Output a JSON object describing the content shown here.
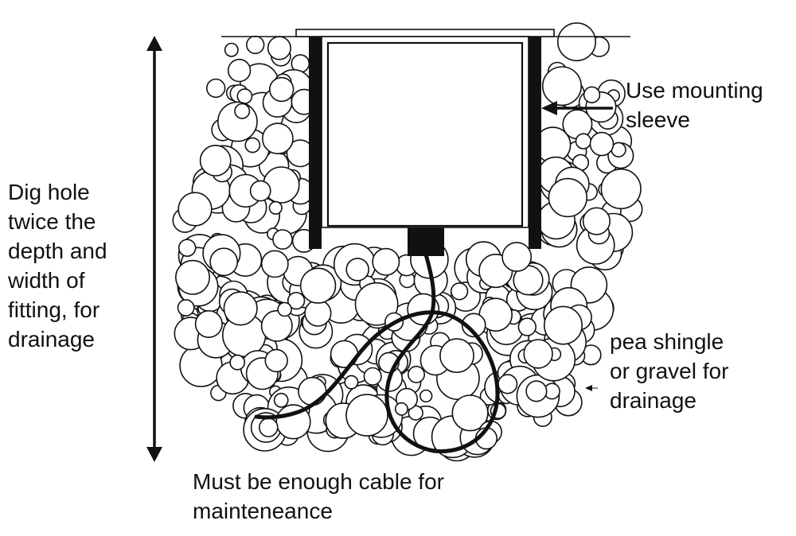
{
  "labels": {
    "dig_hole": [
      "Dig hole",
      "twice the",
      "depth and",
      "width of",
      "fitting, for",
      "drainage"
    ],
    "mounting_sleeve": [
      "Use mounting",
      "sleeve"
    ],
    "gravel": [
      "pea shingle",
      "or gravel for",
      "drainage"
    ],
    "cable": [
      "Must be enough cable for",
      "mainteneance"
    ]
  },
  "colors": {
    "ink": "#111111",
    "background": "#ffffff"
  }
}
